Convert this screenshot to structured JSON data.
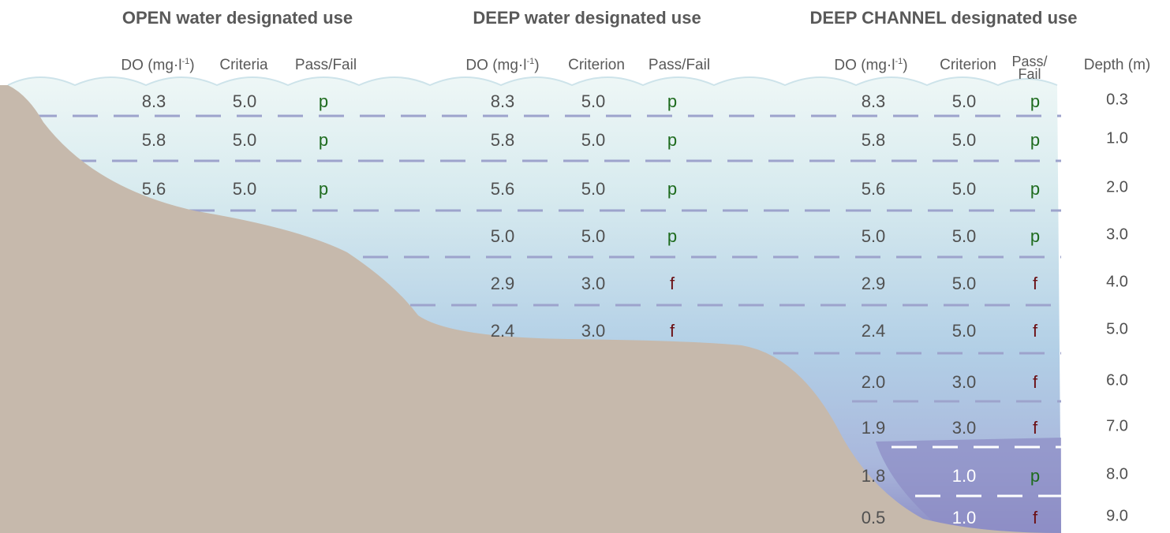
{
  "titles": {
    "open": "OPEN water designated use",
    "deep": "DEEP water designated use",
    "channel": "DEEP CHANNEL designated use"
  },
  "headers": {
    "do_main": "DO (mg",
    "do_dot": "·",
    "do_l": "l",
    "do_sup": "-1",
    "do_close": ")",
    "criteria": "Criteria",
    "criterion": "Criterion",
    "pass_fail": "Pass/Fail",
    "pass_slash": "Pass/",
    "fail_word": "Fail",
    "depth": "Depth (m)"
  },
  "depths": [
    "0.3",
    "1.0",
    "2.0",
    "3.0",
    "4.0",
    "5.0",
    "6.0",
    "7.0",
    "8.0",
    "9.0"
  ],
  "open_rows": [
    {
      "do": "8.3",
      "crit": "5.0",
      "pf": "p"
    },
    {
      "do": "5.8",
      "crit": "5.0",
      "pf": "p"
    },
    {
      "do": "5.6",
      "crit": "5.0",
      "pf": "p"
    }
  ],
  "deep_rows": [
    {
      "do": "8.3",
      "crit": "5.0",
      "pf": "p"
    },
    {
      "do": "5.8",
      "crit": "5.0",
      "pf": "p"
    },
    {
      "do": "5.6",
      "crit": "5.0",
      "pf": "p"
    },
    {
      "do": "5.0",
      "crit": "5.0",
      "pf": "p"
    },
    {
      "do": "2.9",
      "crit": "3.0",
      "pf": "f"
    },
    {
      "do": "2.4",
      "crit": "3.0",
      "pf": "f"
    }
  ],
  "channel_rows": [
    {
      "do": "8.3",
      "crit": "5.0",
      "pf": "p"
    },
    {
      "do": "5.8",
      "crit": "5.0",
      "pf": "p"
    },
    {
      "do": "5.6",
      "crit": "5.0",
      "pf": "p"
    },
    {
      "do": "5.0",
      "crit": "5.0",
      "pf": "p"
    },
    {
      "do": "2.9",
      "crit": "5.0",
      "pf": "f"
    },
    {
      "do": "2.4",
      "crit": "5.0",
      "pf": "f"
    },
    {
      "do": "2.0",
      "crit": "3.0",
      "pf": "f"
    },
    {
      "do": "1.9",
      "crit": "3.0",
      "pf": "f"
    },
    {
      "do": "1.8",
      "crit": "1.0",
      "pf": "p"
    },
    {
      "do": "0.5",
      "crit": "1.0",
      "pf": "f"
    }
  ],
  "colors": {
    "sediment": "#c6b9ac",
    "water_top": "#e6f3f4",
    "water_mid": "#b7d3e8",
    "water_deep": "#8d8fc8",
    "pass": "#1e6b1e",
    "fail": "#6b0f14",
    "dash": "#9da3cc"
  }
}
